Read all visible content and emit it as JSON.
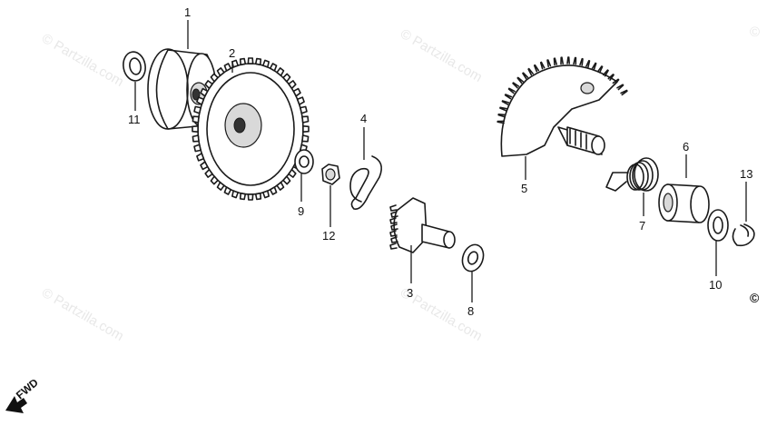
{
  "watermarks": [
    "© Partzilla.com",
    "© Partzilla.com",
    "© Partzilla.com",
    "© Partzilla.com",
    "©"
  ],
  "callouts": {
    "c1": "1",
    "c2": "2",
    "c3": "3",
    "c4": "4",
    "c5": "5",
    "c6": "6",
    "c7": "7",
    "c8": "8",
    "c9": "9",
    "c10": "10",
    "c11": "11",
    "c12": "12",
    "c13": "13"
  },
  "fwd_label": "FWD",
  "copyright_symbol": "©"
}
